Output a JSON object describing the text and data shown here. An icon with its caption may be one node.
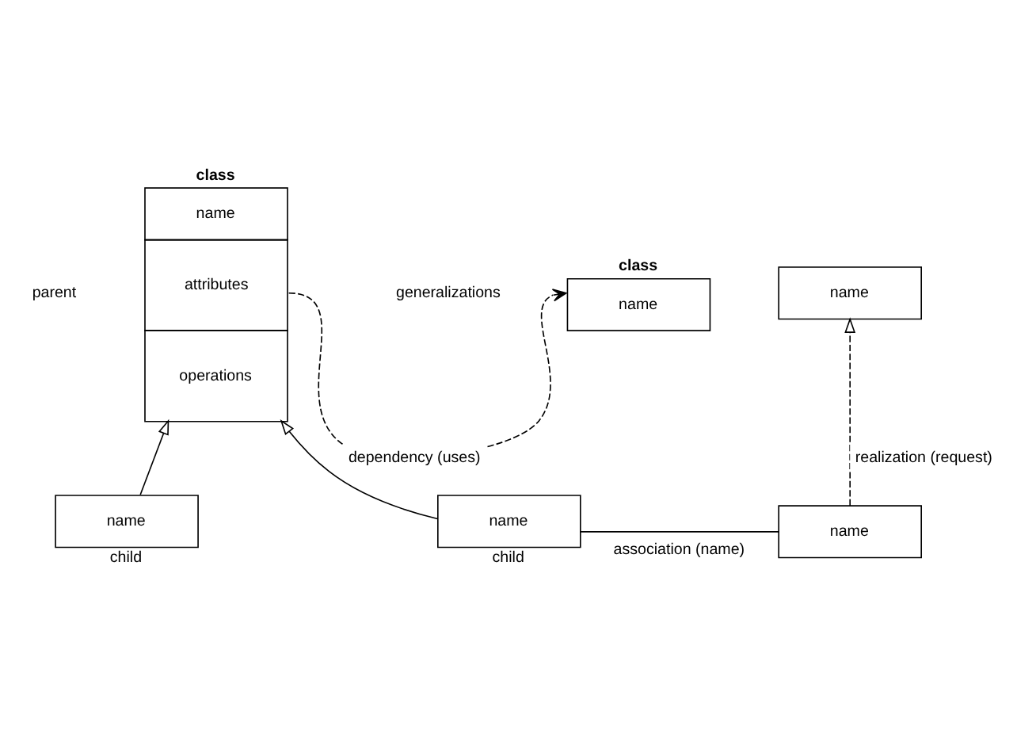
{
  "diagram": {
    "nodes": [
      {
        "text": [
          "class",
          "name",
          "attributes",
          "operations"
        ]
      },
      {
        "text": [
          "class",
          "name"
        ]
      },
      {
        "text": [
          "name"
        ],
        "beside": [
          "child"
        ]
      },
      {
        "text": [
          "name"
        ],
        "beside": [
          "child"
        ]
      },
      {
        "text": [
          "name"
        ]
      },
      {
        "text": [
          "name"
        ]
      }
    ],
    "edges": [
      {
        "from": 0,
        "to": 1,
        "arrow": "to",
        "style": "dashed",
        "label": "dependency (uses)"
      },
      {
        "from": 2,
        "to": 0,
        "arrow": "to"
      },
      {
        "from": 3,
        "to": 0,
        "arrow": "to"
      },
      {
        "from": 3,
        "to": 4,
        "arrow": "none",
        "label": "association (name)"
      },
      {
        "from": 4,
        "to": 5,
        "arrow": "to",
        "style": "dashed",
        "label": "realization (request)"
      }
    ],
    "labels": [
      "parent",
      "generalizations"
    ]
  }
}
